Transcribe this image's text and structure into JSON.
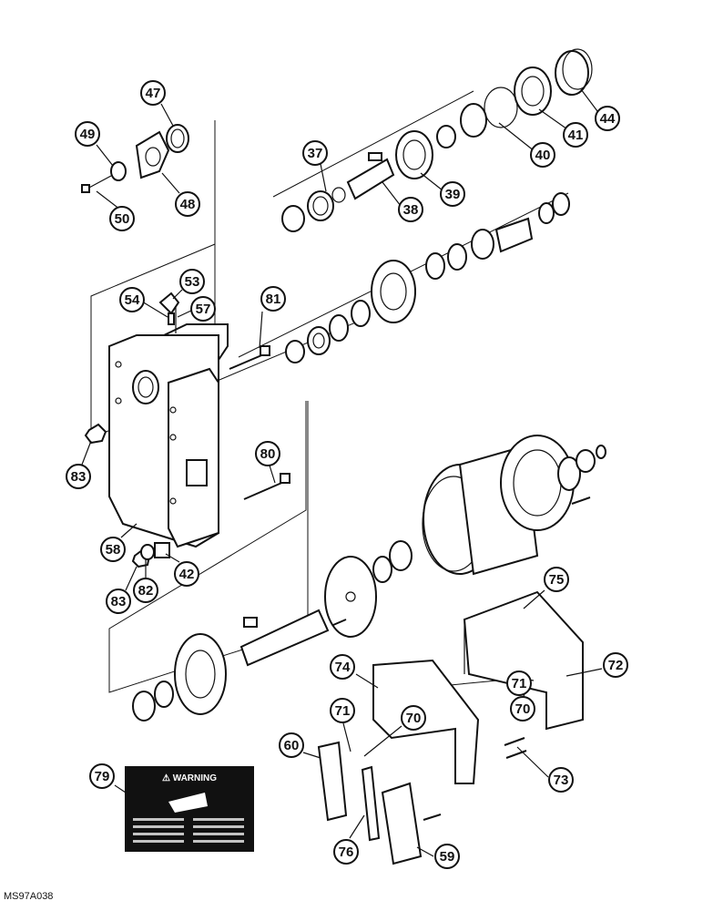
{
  "figure_id": "MS97A038",
  "warning_decal": {
    "title": "⚠ WARNING"
  },
  "callouts": [
    {
      "id": "47",
      "label": "47"
    },
    {
      "id": "49",
      "label": "49"
    },
    {
      "id": "48",
      "label": "48"
    },
    {
      "id": "50",
      "label": "50"
    },
    {
      "id": "37",
      "label": "37"
    },
    {
      "id": "38",
      "label": "38"
    },
    {
      "id": "39",
      "label": "39"
    },
    {
      "id": "40",
      "label": "40"
    },
    {
      "id": "41",
      "label": "41"
    },
    {
      "id": "44",
      "label": "44"
    },
    {
      "id": "53",
      "label": "53"
    },
    {
      "id": "54",
      "label": "54"
    },
    {
      "id": "57",
      "label": "57"
    },
    {
      "id": "81",
      "label": "81"
    },
    {
      "id": "83a",
      "label": "83"
    },
    {
      "id": "80",
      "label": "80"
    },
    {
      "id": "58",
      "label": "58"
    },
    {
      "id": "42",
      "label": "42"
    },
    {
      "id": "82",
      "label": "82"
    },
    {
      "id": "83b",
      "label": "83"
    },
    {
      "id": "75",
      "label": "75"
    },
    {
      "id": "72",
      "label": "72"
    },
    {
      "id": "71a",
      "label": "71"
    },
    {
      "id": "70a",
      "label": "70"
    },
    {
      "id": "74",
      "label": "74"
    },
    {
      "id": "71b",
      "label": "71"
    },
    {
      "id": "70b",
      "label": "70"
    },
    {
      "id": "60",
      "label": "60"
    },
    {
      "id": "73",
      "label": "73"
    },
    {
      "id": "79",
      "label": "79"
    },
    {
      "id": "76",
      "label": "76"
    },
    {
      "id": "59",
      "label": "59"
    }
  ]
}
